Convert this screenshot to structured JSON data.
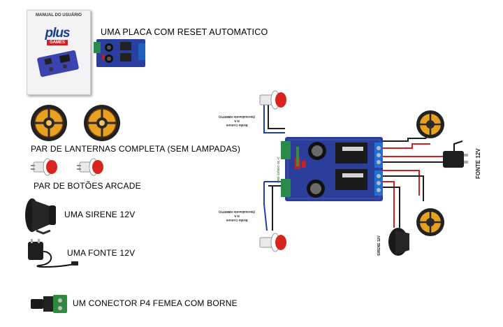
{
  "manual": {
    "title": "MANUAL DO USUÁRIO",
    "logo_main": "plus",
    "logo_sub": "GAMES"
  },
  "items": [
    {
      "label": "UMA PLACA COM RESET AUTOMATICO"
    },
    {
      "label": "PAR DE LANTERNAS COMPLETA (SEM LAMPADAS)"
    },
    {
      "label": "PAR DE BOTÕES ARCADE"
    },
    {
      "label": "UMA SIRENE 12V"
    },
    {
      "label": "UMA FONTE 12V"
    },
    {
      "label": "UM CONECTOR P4 FEMEA COM BORNE"
    }
  ],
  "diagram": {
    "button_top_caption": [
      "Botão Comum",
      "N A",
      "(Normalmente ABERTO)"
    ],
    "button_bottom_caption": [
      "Botão Comum",
      "N A",
      "(Normalmente ABERTO)"
    ],
    "power_label": "FONTE 12V",
    "siren_label": "SIRENE 12V",
    "relay_text": "SRD-12VDC-SL-C"
  },
  "colors": {
    "board": "#2b3f9a",
    "lamp_orange": "#e8a020",
    "button_red": "#d8241f",
    "wire_red": "#d62020",
    "wire_dark": "#1e1e1e",
    "wire_blue": "#1d3fa6",
    "terminal_blue": "#1f6fd6"
  }
}
